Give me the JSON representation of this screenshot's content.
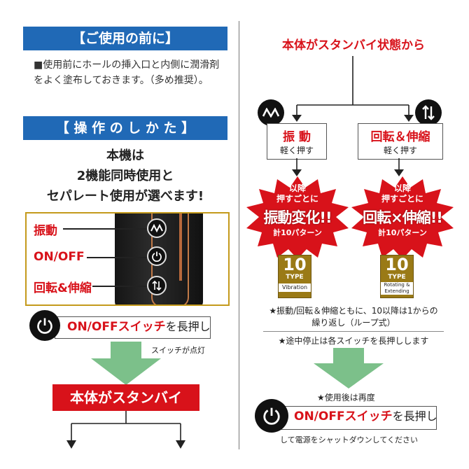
{
  "left": {
    "section1_title": "【ご使用の前に】",
    "section1_body": "■使用前にホールの挿入口と内側に潤滑剤をよく塗布しておきます。（多め推奨）。",
    "section2_title": "【 操 作 の し か た 】",
    "intro_line1": "本機は",
    "intro_line2": "2機能同時使用と",
    "intro_line3": "セパレート使用が選べます!",
    "device_labels": {
      "vibration": "振動",
      "onoff": "ON/OFF",
      "rotate": "回転&伸縮"
    },
    "switch_emph": "ON/OFFスイッチ",
    "switch_suffix": "を長押し",
    "switch_note": "スイッチが点灯",
    "standby_label": "本体がスタンバイ"
  },
  "right": {
    "top_label": "本体がスタンバイ状態から",
    "vib_box_title": "振 動",
    "vib_box_sub": "軽く押す",
    "rot_box_title": "回転＆伸縮",
    "rot_box_sub": "軽く押す",
    "burst_line1": "以降",
    "burst_line2": "押すごとに",
    "vib_burst_main": "振動変化!!",
    "rot_burst_main": "回転×伸縮!!",
    "burst_count": "計10パターン",
    "vib_badge_num": "10",
    "vib_badge_type": "TYPE",
    "vib_badge_label": "Vibration",
    "rot_badge_num": "10",
    "rot_badge_type": "TYPE",
    "rot_badge_label1": "Rotating &",
    "rot_badge_label2": "Extending",
    "note1_line1": "★振動/回転＆伸縮ともに、10以降は1からの",
    "note1_line2": "繰り返し（ループ式）",
    "note2": "★途中停止は各スイッチを長押しします",
    "after_note": "★使用後は再度",
    "switch_emph": "ON/OFFスイッチ",
    "switch_suffix": "を長押し",
    "shutdown_note": "して電源をシャットダウンしてください"
  },
  "colors": {
    "header_blue": "#2069b6",
    "accent_red": "#d8121a",
    "arrow_green": "#7cc08a",
    "gold": "#c49a1c"
  }
}
